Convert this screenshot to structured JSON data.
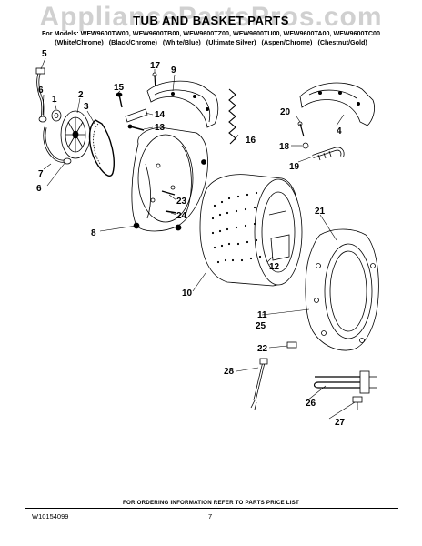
{
  "watermark": "AppliancePartsPros.com",
  "header": {
    "title": "TUB AND BASKET PARTS",
    "models": "For Models: WFW9600TW00, WFW9600TB00, WFW9600TZ00, WFW9600TU00, WFW9600TA00, WFW9600TC00",
    "colors": [
      "(White/Chrome)",
      "(Black/Chrome)",
      "(White/Blue)",
      "(Ultimate Silver)",
      "(Aspen/Chrome)",
      "(Chestnut/Gold)"
    ]
  },
  "callouts": [
    "5",
    "6",
    "1",
    "2",
    "3",
    "15",
    "17",
    "9",
    "14",
    "13",
    "16",
    "20",
    "4",
    "18",
    "19",
    "7",
    "6",
    "23",
    "24",
    "8",
    "21",
    "12",
    "10",
    "11",
    "25",
    "22",
    "28",
    "26",
    "27"
  ],
  "footer": {
    "ordering": "FOR ORDERING INFORMATION REFER TO PARTS PRICE LIST",
    "doc_number": "W10154099",
    "page": "7"
  }
}
